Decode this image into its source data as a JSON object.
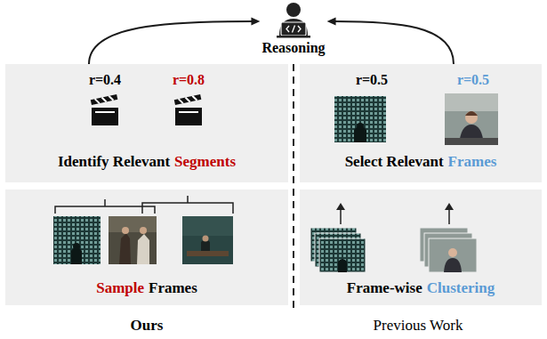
{
  "diagram": {
    "nodes": [
      {
        "text": [
          "Identify Relevant",
          "Segments"
        ]
      },
      {
        "text": [
          "Select Relevant",
          "Frames"
        ]
      },
      {
        "text": [
          "Sample",
          "Frames"
        ]
      },
      {
        "text": [
          "Frame-wise",
          "Clustering"
        ]
      },
      {
        "text": [
          "Reasoning"
        ]
      }
    ],
    "edges": [
      {
        "from": 0,
        "to": 4,
        "arrow": "to"
      },
      {
        "from": 1,
        "to": 4,
        "arrow": "to"
      }
    ],
    "labels": [
      "r=0.4",
      "r=0.8",
      "r=0.5",
      "r=0.5",
      "Ours",
      "Previous Work"
    ]
  }
}
